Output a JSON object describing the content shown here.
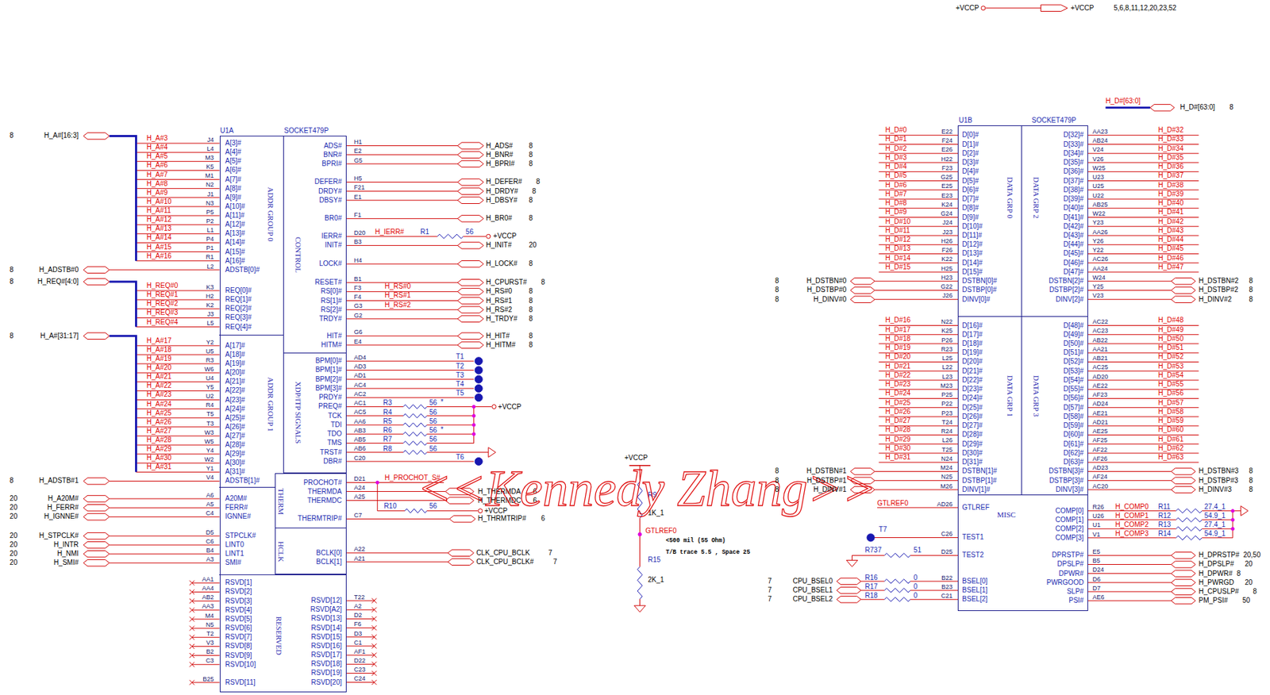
{
  "diagram": {
    "nodes": [
      {
        "text": [
          "U1A",
          "SOCKET479P"
        ]
      },
      {
        "text": [
          "ADDR GROUP 0"
        ],
        "in": 0
      },
      {
        "text": [
          "CONTROL"
        ],
        "in": 0
      },
      {
        "text": [
          "ADDR GROUP 1"
        ],
        "in": 0
      },
      {
        "text": [
          "XDP/ITP SIGNALS"
        ],
        "in": 0
      },
      {
        "text": [
          "THERM"
        ],
        "in": 0
      },
      {
        "text": [
          "HCLK"
        ],
        "in": 0
      },
      {
        "text": [
          "RESERVED"
        ],
        "in": 0
      },
      {
        "text": [
          "U1B",
          "SOCKET479P"
        ]
      },
      {
        "text": [
          "DATA GRP 0"
        ],
        "in": 8
      },
      {
        "text": [
          "DATA GRP 2"
        ],
        "in": 8
      },
      {
        "text": [
          "DATA GRP 1"
        ],
        "in": 8
      },
      {
        "text": [
          "DATA GRP 3"
        ],
        "in": 8
      },
      {
        "text": [
          "MISC"
        ],
        "in": 8
      }
    ],
    "labels": [
      "+VCCP",
      "+VCCP",
      "5,6,8,11,12,20,23,52",
      "8",
      "H_A#[16:3]",
      "H_A#3",
      "H_A#4",
      "H_A#5",
      "H_A#6",
      "H_A#7",
      "H_A#8",
      "H_A#9",
      "H_A#10",
      "H_A#11",
      "H_A#12",
      "H_A#13",
      "H_A#14",
      "H_A#15",
      "H_A#16",
      "J4",
      "L4",
      "M3",
      "K5",
      "M1",
      "N2",
      "J1",
      "N3",
      "P5",
      "P2",
      "L1",
      "P4",
      "P1",
      "R1",
      "L2",
      "A[3]#",
      "A[4]#",
      "A[5]#",
      "A[6]#",
      "A[7]#",
      "A[8]#",
      "A[9]#",
      "A[10]#",
      "A[11]#",
      "A[12]#",
      "A[13]#",
      "A[14]#",
      "A[15]#",
      "A[16]#",
      "ADSTB[0]#",
      "8",
      "H_ADSTB#0",
      "8",
      "H_REQ#[4:0]",
      "H_REQ#0",
      "H_REQ#1",
      "H_REQ#2",
      "H_REQ#3",
      "H_REQ#4",
      "K3",
      "H2",
      "K2",
      "J3",
      "L5",
      "REQ[0]#",
      "REQ[1]#",
      "REQ[2]#",
      "REQ[3]#",
      "REQ[4]#",
      "8",
      "H_A#[31:17]",
      "H_A#17",
      "H_A#18",
      "H_A#19",
      "H_A#20",
      "H_A#21",
      "H_A#22",
      "H_A#23",
      "H_A#24",
      "H_A#25",
      "H_A#26",
      "H_A#27",
      "H_A#28",
      "H_A#29",
      "H_A#30",
      "H_A#31",
      "Y2",
      "U5",
      "R3",
      "W6",
      "U4",
      "Y5",
      "U2",
      "R4",
      "T5",
      "T3",
      "W3",
      "W5",
      "Y4",
      "W2",
      "Y1",
      "V4",
      "A[17]#",
      "A[18]#",
      "A[19]#",
      "A[20]#",
      "A[21]#",
      "A[22]#",
      "A[23]#",
      "A[24]#",
      "A[25]#",
      "A[26]#",
      "A[27]#",
      "A[28]#",
      "A[29]#",
      "A[30]#",
      "A[31]#",
      "ADSTB[1]#",
      "8",
      "H_ADSTB#1",
      "A20M#",
      "FERR#",
      "IGNNE#",
      "A6",
      "A5",
      "C4",
      "20",
      "20",
      "20",
      "H_A20M#",
      "H_FERR#",
      "H_IGNNE#",
      "STPCLK#",
      "LINT0",
      "LINT1",
      "SMI#",
      "D5",
      "C6",
      "B4",
      "A3",
      "20",
      "20",
      "20",
      "20",
      "H_STPCLK#",
      "H_INTR",
      "H_NMI",
      "H_SMI#",
      "RSVD[1]",
      "RSVD[2]",
      "RSVD[3]",
      "RSVD[4]",
      "RSVD[5]",
      "RSVD[6]",
      "RSVD[7]",
      "RSVD[8]",
      "RSVD[9]",
      "RSVD[10]",
      "AA1",
      "AA4",
      "AB2",
      "AA3",
      "M4",
      "N5",
      "T2",
      "V3",
      "B2",
      "C3",
      "RSVD[11]",
      "B25",
      "RSVD[12]",
      "RSVD[A2]",
      "RSVD[13]",
      "RSVD[14]",
      "RSVD[15]",
      "RSVD[16]",
      "RSVD[17]",
      "RSVD[18]",
      "RSVD[19]",
      "RSVD[20]",
      "T22",
      "A2",
      "D2",
      "F6",
      "D3",
      "C1",
      "AF1",
      "D22",
      "C23",
      "C24",
      "ADS#",
      "BNR#",
      "BPRI#",
      "H1",
      "E2",
      "G5",
      "H_ADS#",
      "H_BNR#",
      "H_BPRI#",
      "8",
      "8",
      "8",
      "DEFER#",
      "DRDY#",
      "DBSY#",
      "H5",
      "F21",
      "E1",
      "H_DEFER#",
      "H_DRDY#",
      "H_DBSY#",
      "8",
      "8",
      "8",
      "BR0#",
      "F1",
      "H_BR0#",
      "8",
      "IERR#",
      "INIT#",
      "D20",
      "B3",
      "H_IERR#",
      "R1",
      "56",
      "+VCCP",
      "H_INIT#",
      "20",
      "LOCK#",
      "H4",
      "H_LOCK#",
      "8",
      "RESET#",
      "RS[0]#",
      "RS[1]#",
      "RS[2]#",
      "TRDY#",
      "B1",
      "F3",
      "F4",
      "G3",
      "G2",
      "H_RS#0",
      "H_RS#1",
      "H_RS#2",
      "H_CPURST#",
      "H_RS#0",
      "H_RS#1",
      "H_RS#2",
      "H_TRDY#",
      "8",
      "8",
      "8",
      "8",
      "8",
      "HIT#",
      "HITM#",
      "G6",
      "E4",
      "H_HIT#",
      "H_HITM#",
      "8",
      "8",
      "BPM[0]#",
      "BPM[1]#",
      "BPM[2]#",
      "BPM[3]#",
      "PRDY#",
      "PREQ#",
      "TCK",
      "TDI",
      "TDO",
      "TMS",
      "TRST#",
      "DBR#",
      "AD4",
      "AD3",
      "AD1",
      "AC4",
      "AC2",
      "AC1",
      "AC5",
      "AA6",
      "AB3",
      "AB5",
      "AB6",
      "C20",
      "T1",
      "T2",
      "T3",
      "T4",
      "T5",
      "T6",
      "R3",
      "R4",
      "R5",
      "R6",
      "R7",
      "R8",
      "56",
      "56",
      "56",
      "56",
      "56",
      "56",
      "*",
      "*",
      "+VCCP",
      "PROCHOT#",
      "THERMDA",
      "THERMDC",
      "THERMTRIP#",
      "D21",
      "A24",
      "A25",
      "C7",
      "H_PROCHOT_S#",
      "H_THERMDA",
      "H_THERMDC",
      "6",
      "6",
      "R10",
      "56",
      "+VCCP",
      "H_THRMTRIP#",
      "6",
      "BCLK[0]",
      "BCLK[1]",
      "A22",
      "A21",
      "CLK_CPU_BCLK",
      "CLK_CPU_BCLK#",
      "7",
      "7",
      "+VCCP",
      "R9",
      "1K_1",
      "GTLREF0",
      "<500 mil (55 Ohm)",
      "T/B trace 5.5 , Space 25",
      "R15",
      "2K_1",
      "<<Kennedy Zhang>>",
      "H_D#[63:0]",
      "H_D#[63:0]",
      "8",
      "H_D#0",
      "H_D#1",
      "H_D#2",
      "H_D#3",
      "H_D#4",
      "H_D#5",
      "H_D#6",
      "H_D#7",
      "H_D#8",
      "H_D#9",
      "H_D#10",
      "H_D#11",
      "H_D#12",
      "H_D#13",
      "H_D#14",
      "H_D#15",
      "E22",
      "F24",
      "E26",
      "H22",
      "F23",
      "G25",
      "E25",
      "E23",
      "K24",
      "G24",
      "J24",
      "J23",
      "H26",
      "F26",
      "K22",
      "H25",
      "H23",
      "G22",
      "J26",
      "D[0]#",
      "D[1]#",
      "D[2]#",
      "D[3]#",
      "D[4]#",
      "D[5]#",
      "D[6]#",
      "D[7]#",
      "D[8]#",
      "D[9]#",
      "D[10]#",
      "D[11]#",
      "D[12]#",
      "D[13]#",
      "D[14]#",
      "D[15]#",
      "DSTBN[0]#",
      "DSTBP[0]#",
      "DINV[0]#",
      "8",
      "8",
      "8",
      "H_DSTBN#0",
      "H_DSTBP#0",
      "H_DINV#0",
      "D[32]#",
      "D[33]#",
      "D[34]#",
      "D[35]#",
      "D[36]#",
      "D[37]#",
      "D[38]#",
      "D[39]#",
      "D[40]#",
      "D[41]#",
      "D[42]#",
      "D[43]#",
      "D[44]#",
      "D[45]#",
      "D[46]#",
      "D[47]#",
      "DSTBN[2]#",
      "DSTBP[2]#",
      "DINV[2]#",
      "AA23",
      "AB24",
      "V24",
      "V26",
      "W25",
      "U23",
      "U25",
      "U22",
      "AB25",
      "W22",
      "Y23",
      "AA26",
      "Y26",
      "Y22",
      "AC26",
      "AA24",
      "W24",
      "Y25",
      "V23",
      "H_D#32",
      "H_D#33",
      "H_D#34",
      "H_D#35",
      "H_D#36",
      "H_D#37",
      "H_D#38",
      "H_D#39",
      "H_D#40",
      "H_D#41",
      "H_D#42",
      "H_D#43",
      "H_D#44",
      "H_D#45",
      "H_D#46",
      "H_D#47",
      "H_DSTBN#2",
      "H_DSTBP#2",
      "H_DINV#2",
      "8",
      "8",
      "8",
      "H_D#16",
      "H_D#17",
      "H_D#18",
      "H_D#19",
      "H_D#20",
      "H_D#21",
      "H_D#22",
      "H_D#23",
      "H_D#24",
      "H_D#25",
      "H_D#26",
      "H_D#27",
      "H_D#28",
      "H_D#29",
      "H_D#30",
      "H_D#31",
      "N22",
      "K25",
      "P26",
      "R23",
      "L25",
      "L22",
      "L23",
      "M23",
      "P25",
      "P22",
      "P23",
      "T24",
      "R24",
      "L26",
      "T25",
      "N24",
      "M24",
      "N25",
      "M26",
      "D[16]#",
      "D[17]#",
      "D[18]#",
      "D[19]#",
      "D[20]#",
      "D[21]#",
      "D[22]#",
      "D[23]#",
      "D[24]#",
      "D[25]#",
      "D[26]#",
      "D[27]#",
      "D[28]#",
      "D[29]#",
      "D[30]#",
      "D[31]#",
      "DSTBN[1]#",
      "DSTBP[1]#",
      "DINV[1]#",
      "8",
      "8",
      "8",
      "H_DSTBN#1",
      "H_DSTBP#1",
      "H_DINV#1",
      "D[48]#",
      "D[49]#",
      "D[50]#",
      "D[51]#",
      "D[52]#",
      "D[53]#",
      "D[54]#",
      "D[55]#",
      "D[56]#",
      "D[57]#",
      "D[58]#",
      "D[59]#",
      "D[60]#",
      "D[61]#",
      "D[62]#",
      "D[63]#",
      "DSTBN[3]#",
      "DSTBP[3]#",
      "DINV[3]#",
      "AC22",
      "AC23",
      "AB22",
      "AA21",
      "AB21",
      "AC25",
      "AD20",
      "AE22",
      "AF23",
      "AD24",
      "AE21",
      "AD21",
      "AE25",
      "AF25",
      "AF22",
      "AF26",
      "AD23",
      "AF24",
      "AC20",
      "H_D#48",
      "H_D#49",
      "H_D#50",
      "H_D#51",
      "H_D#52",
      "H_D#53",
      "H_D#54",
      "H_D#55",
      "H_D#56",
      "H_D#57",
      "H_D#58",
      "H_D#59",
      "H_D#60",
      "H_D#61",
      "H_D#62",
      "H_D#63",
      "H_DSTBN#3",
      "H_DSTBP#3",
      "H_DINV#3",
      "8",
      "8",
      "8",
      "GTLREF",
      "TEST1",
      "TEST2",
      "BSEL[0]",
      "BSEL[1]",
      "BSEL[2]",
      "AD26",
      "C26",
      "D25",
      "B22",
      "B23",
      "C21",
      "GTLREF0",
      "T7",
      "R737",
      "51",
      "7",
      "7",
      "7",
      "CPU_BSEL0",
      "CPU_BSEL1",
      "CPU_BSEL2",
      "R16",
      "R17",
      "R18",
      "0",
      "0",
      "0",
      "COMP[0]",
      "COMP[1]",
      "COMP[2]",
      "COMP[3]",
      "R26",
      "U26",
      "U1",
      "V1",
      "H_COMP0",
      "H_COMP1",
      "H_COMP2",
      "H_COMP3",
      "R11",
      "R12",
      "R13",
      "R14",
      "27.4_1",
      "54.9_1",
      "27.4_1",
      "54.9_1",
      "DPRSTP#",
      "DPSLP#",
      "DPWR#",
      "PWRGOOD",
      "SLP#",
      "PSI#",
      "E5",
      "B5",
      "D24",
      "D6",
      "D7",
      "AE6",
      "H_DPRSTP#",
      "H_DPSLP#",
      "H_DPWR#",
      "H_PWRGD",
      "H_CPUSLP#",
      "PM_PSI#",
      "20,50",
      "20",
      "8",
      "20",
      "8",
      "50"
    ]
  }
}
